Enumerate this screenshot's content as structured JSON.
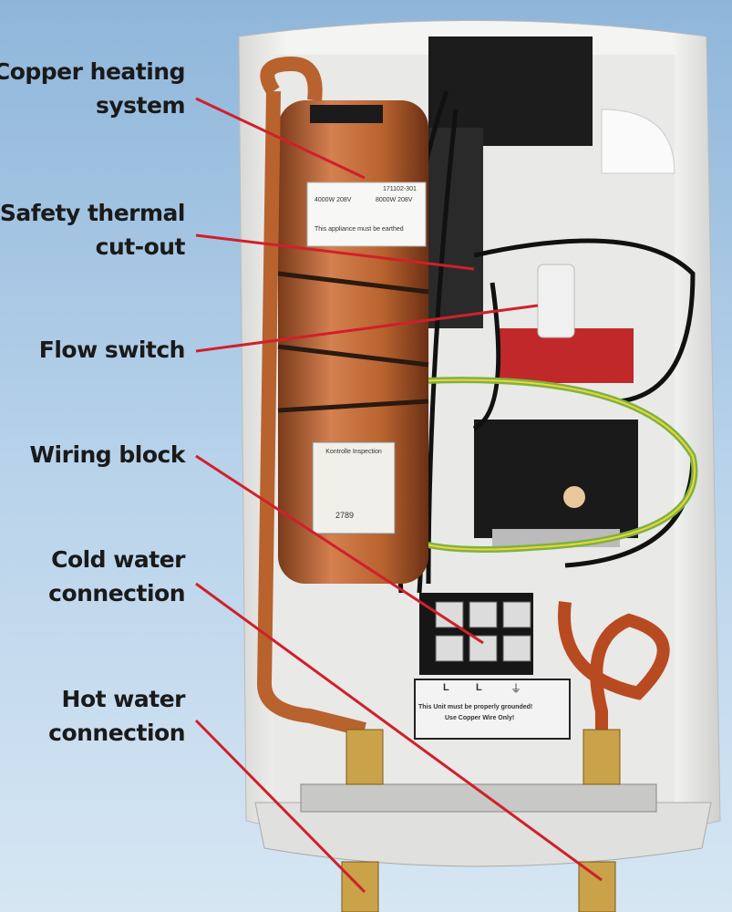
{
  "callouts": [
    {
      "line1": "Copper heating",
      "line2": "system"
    },
    {
      "line1": "Safety thermal",
      "line2": "cut-out"
    },
    {
      "line1": "Flow switch",
      "line2": ""
    },
    {
      "line1": "Wiring block",
      "line2": ""
    },
    {
      "line1": "Cold water",
      "line2": "connection"
    },
    {
      "line1": "Hot water",
      "line2": "connection"
    }
  ],
  "photo_text": {
    "rating_sticker": {
      "model": "171102-301",
      "rating_left": "4000W 208V",
      "rating_right": "8000W 208V",
      "warning": "This appliance must be earthed"
    },
    "inspection_tag": {
      "title": "Kontrolle Inspection",
      "number": "2789"
    },
    "terminal_label": {
      "terminals": [
        "L",
        "L",
        "⏚"
      ],
      "line1": "This Unit must be properly grounded!",
      "line2": "Use Copper Wire Only!"
    }
  },
  "colors": {
    "leader_line": "#d0202a",
    "copper": "#b8622e",
    "housing": "#f2f2f0",
    "ground_wire": "#7cb342"
  }
}
